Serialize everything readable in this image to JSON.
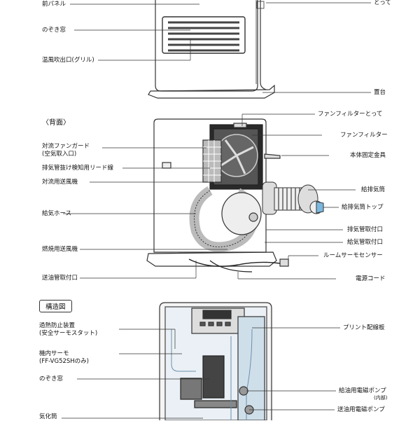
{
  "front_labels": {
    "front_panel": "前パネル",
    "window": "のぞき窓",
    "grille": "温風吹出口(グリル)",
    "handle": "とって",
    "base": "置台"
  },
  "back_section": {
    "title": "〈背面〉",
    "left_labels": [
      "対流ファンガード\n(空気取入口)",
      "排気管抜け検知用リード線",
      "対流用送風機",
      "給気ホース",
      "燃焼用送風機",
      "送油管取付口"
    ],
    "right_labels": [
      "ファンフィルターとって",
      "ファンフィルター",
      "本体固定金具",
      "給排気筒",
      "給排気筒トップ",
      "排気管取付口",
      "給気管取付口",
      "ルームサーモセンサー",
      "電源コード"
    ]
  },
  "structure_section": {
    "title": "構造図",
    "left_labels": [
      "過熱防止装置\n(安全サーモスタット)",
      "機内サーモ\n(FF-VG52SHのみ)",
      "のぞき窓",
      "気化筒"
    ],
    "right_labels": [
      "プリント配線板",
      "給油用電磁ポンプ",
      "(内部)",
      "送油用電磁ポンプ"
    ]
  }
}
